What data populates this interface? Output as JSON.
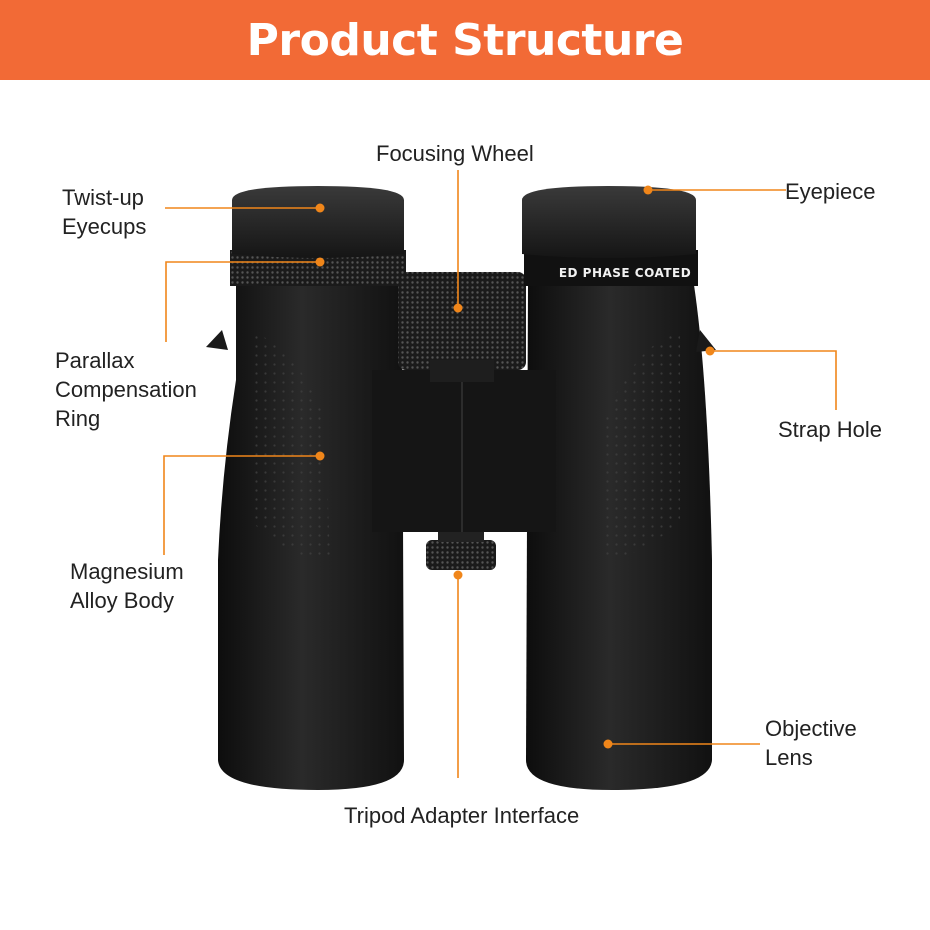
{
  "header": {
    "title": "Product Structure"
  },
  "colors": {
    "banner": "#f26a36",
    "callout": "#f0861a",
    "body": "#1c1c1c"
  },
  "product": {
    "barrel_print": "ED PHASE COATED"
  },
  "callouts": {
    "twist_up_eyecups": "Twist-up\nEyecups",
    "focusing_wheel": "Focusing Wheel",
    "eyepiece": "Eyepiece",
    "parallax_ring": "Parallax\nCompensation\nRing",
    "strap_hole": "Strap Hole",
    "magnesium_body": "Magnesium\nAlloy Body",
    "objective_lens": "Objective\nLens",
    "tripod_adapter": "Tripod Adapter Interface"
  }
}
